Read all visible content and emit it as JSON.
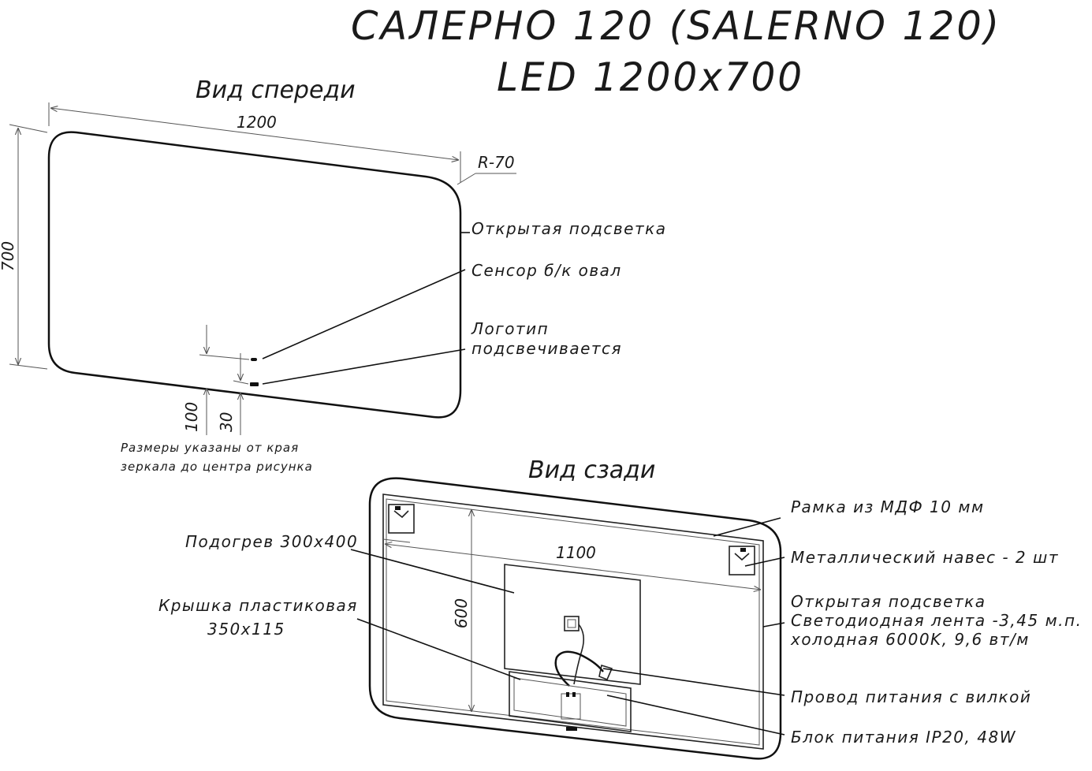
{
  "title": {
    "line1": "САЛЕРНО 120 (SALERNO 120)",
    "line2": "LED 1200x700"
  },
  "front_view": {
    "heading": "Вид спереди",
    "dim_width": "1200",
    "dim_height": "700",
    "dim_radius": "R-70",
    "dim_100": "100",
    "dim_30": "30",
    "labels": {
      "open_light": "Открытая подсветка",
      "sensor": "Сенсор б/к овал",
      "logo_line1": "Логотип",
      "logo_line2": "подсвечивается"
    },
    "note_line1": "Размеры указаны от края",
    "note_line2": "зеркала до центра рисунка"
  },
  "back_view": {
    "heading": "Вид сзади",
    "dim_width": "1100",
    "dim_height": "600",
    "labels": {
      "frame": "Рамка из МДФ 10 мм",
      "heater": "Подогрев 300x400",
      "hanger": "Металлический навес - 2 шт",
      "cover_line1": "Крышка пластиковая",
      "cover_line2": "350x115",
      "led_line1": "Открытая подсветка",
      "led_line2": "Светодиодная лента -3,45 м.п.",
      "led_line3": "холодная 6000K, 9,6 вт/м",
      "cable": "Провод питания с вилкой",
      "psu": "Блок питания IP20, 48W"
    }
  }
}
